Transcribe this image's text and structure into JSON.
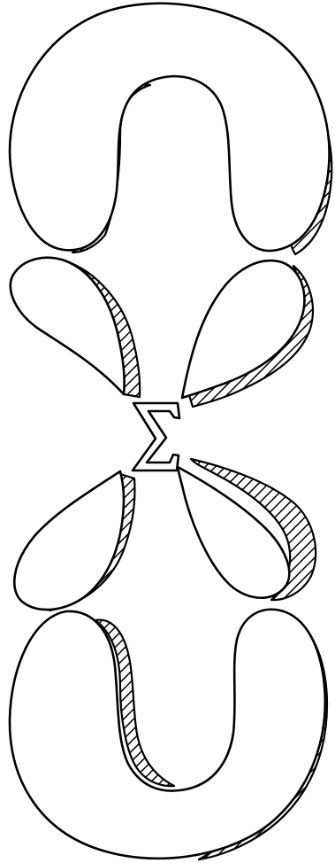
{
  "diagram": {
    "center_symbol": "Σ",
    "shapes": [
      {
        "name": "top-u-lobe",
        "kind": "arch-lobe",
        "shading": "hatched-shadow"
      },
      {
        "name": "upper-left-teardrop-lobe",
        "kind": "teardrop-lobe",
        "shading": "hatched-shadow"
      },
      {
        "name": "upper-right-teardrop-lobe",
        "kind": "teardrop-lobe",
        "shading": "hatched-shadow"
      },
      {
        "name": "lower-left-teardrop-lobe",
        "kind": "teardrop-lobe",
        "shading": "hatched-shadow"
      },
      {
        "name": "lower-right-teardrop-lobe",
        "kind": "teardrop-lobe",
        "shading": "hatched-shadow"
      },
      {
        "name": "bottom-u-lobe",
        "kind": "cup-lobe",
        "shading": "hatched-shadow"
      }
    ],
    "colors": {
      "line": "#000000",
      "fill": "#ffffff"
    }
  }
}
